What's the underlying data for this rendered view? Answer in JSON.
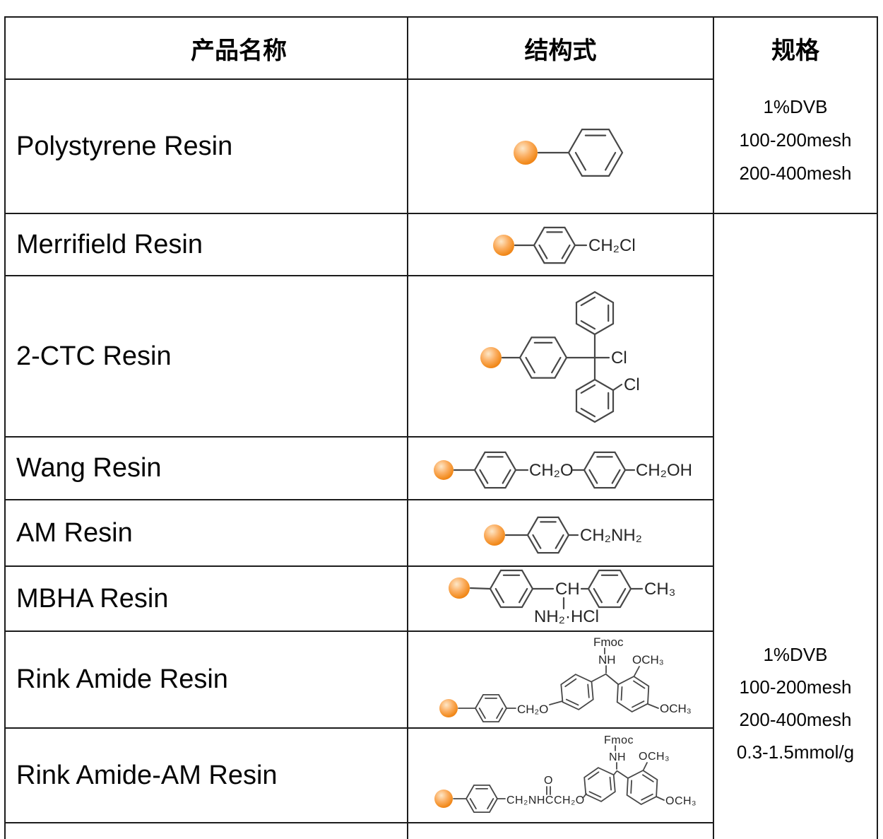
{
  "header": {
    "product": "产品名称",
    "structure": "结构式",
    "spec": "规格"
  },
  "rows": [
    {
      "name": "Polystyrene Resin"
    },
    {
      "name": "Merrifield Resin",
      "f": {
        "end": "CH₂Cl"
      }
    },
    {
      "name": "2-CTC Resin",
      "f": {
        "cl_mid": "Cl",
        "cl_ortho": "Cl"
      }
    },
    {
      "name": "Wang Resin",
      "f": {
        "mid": "CH₂O",
        "end": "CH₂OH"
      }
    },
    {
      "name": "AM Resin",
      "f": {
        "end": "CH₂NH₂"
      }
    },
    {
      "name": "MBHA Resin",
      "f": {
        "mid": "CH",
        "salt": "NH₂·HCl",
        "end": "CH₃"
      }
    },
    {
      "name": "Rink Amide Resin",
      "f": {
        "fmoc": "Fmoc",
        "nh": "NH",
        "och3_top": "OCH₃",
        "och3_bot": "OCH₃",
        "linker": "CH₂O"
      }
    },
    {
      "name": "Rink Amide-AM Resin",
      "f": {
        "fmoc": "Fmoc",
        "nh": "NH",
        "och3_top": "OCH₃",
        "och3_bot": "OCH₃",
        "carbonyl_o": "O",
        "linker": "CH₂NHCCH₂O"
      }
    }
  ],
  "spec_polystyrene": {
    "lines": [
      "1%DVB",
      "100-200mesh",
      "200-400mesh"
    ]
  },
  "spec_shared": {
    "lines": [
      "1%DVB",
      "100-200mesh",
      "200-400mesh",
      "0.3-1.5mmol/g"
    ]
  },
  "colors": {
    "bead": "#f6921e",
    "border": "#1c1c1c",
    "bond": "#474747"
  }
}
